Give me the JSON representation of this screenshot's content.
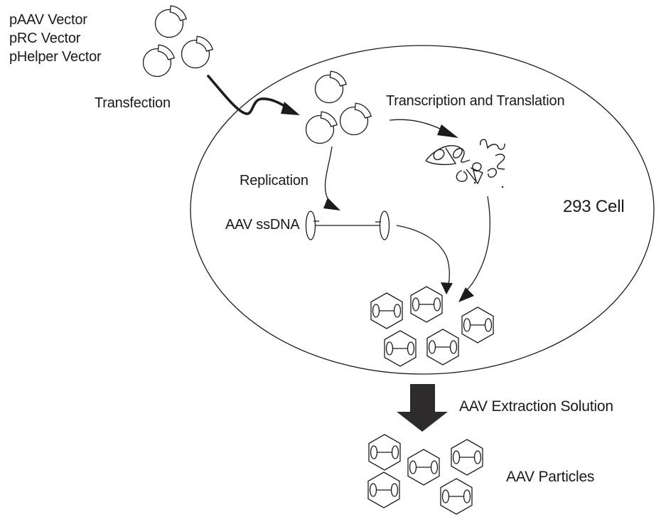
{
  "diagram": {
    "vectors": [
      "pAAV Vector",
      "pRC Vector",
      "pHelper Vector"
    ],
    "labels": {
      "transfection": "Transfection",
      "transcription_translation": "Transcription and Translation",
      "replication": "Replication",
      "aav_ssdna": "AAV ssDNA",
      "cell": "293 Cell",
      "extraction_solution": "AAV Extraction Solution",
      "aav_particles": "AAV Particles"
    },
    "icons": {
      "plasmid-icon": "circle-with-insert-arc",
      "capsid-icon": "hexagon-with-ssdna-dumbbell",
      "ssdna-icon": "line-with-hairpin-ends",
      "protein-scribbles-icon": "scribbled-protein-doodles",
      "block-arrow-down-icon": "solid-black-down-arrow"
    },
    "counts": {
      "plasmids_outside_cell": 3,
      "plasmids_inside_cell": 3,
      "capsids_inside_cell": 5,
      "capsids_extracted": 5
    },
    "colors": {
      "line": "#1d1c1c",
      "text": "#1a1a1a",
      "solid_arrow": "#2d2b2c",
      "background": "#ffffff"
    }
  }
}
